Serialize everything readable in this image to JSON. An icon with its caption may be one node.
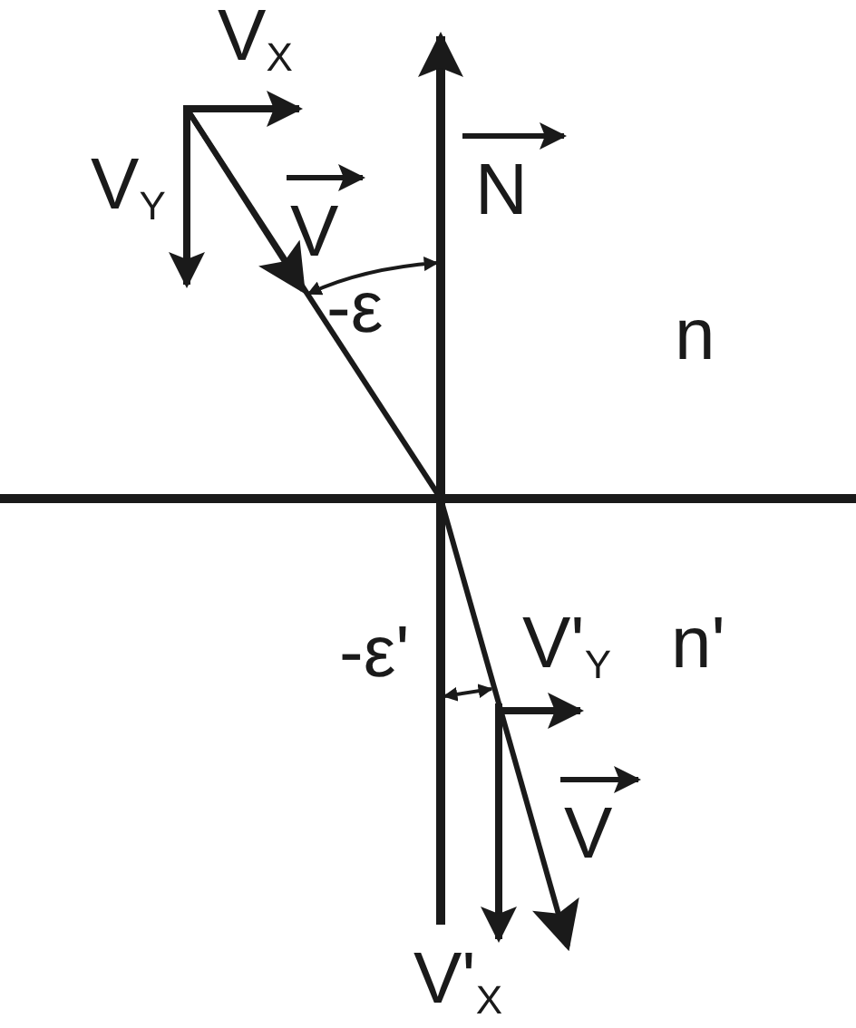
{
  "diagram": {
    "labels": [
      "V$_{X}$",
      "V$_{Y}$",
      "V",
      "N",
      "-ε",
      "n",
      "-ε'",
      "V'$_{Y}$",
      "n'",
      "V",
      "V'$_{X}$"
    ]
  }
}
